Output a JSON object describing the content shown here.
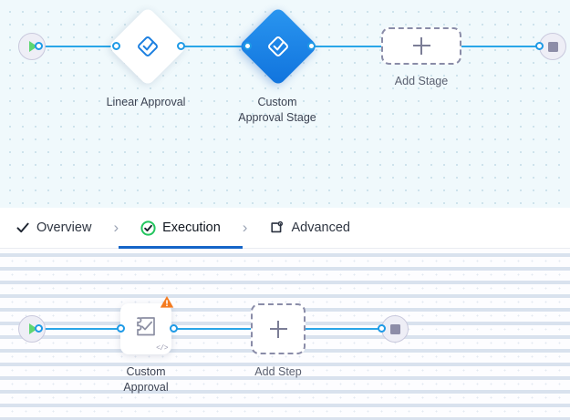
{
  "colors": {
    "edge": "#2aa6e8",
    "port_stroke": "#1e9ae6",
    "stage_active_fill": "#1073dd",
    "stage_inactive_fill": "#ffffff",
    "start_icon": "#5ed672",
    "stop_icon": "#8d8da8",
    "warning": "#f47b20",
    "tab_active_underline": "#1565c8",
    "tab_execution_check": "#22c55e",
    "stage_canvas_bg": "#f0f9fc",
    "step_canvas_bg": "#fdfdff"
  },
  "stage_canvas": {
    "name": "stage-flow-canvas",
    "start_node": {
      "label": "",
      "icon": "play-icon"
    },
    "end_node": {
      "label": "",
      "icon": "stop-icon"
    },
    "stages": [
      {
        "id": "linear-approval",
        "label": "Linear Approval",
        "icon": "approval-diamond-check-icon",
        "selected": false
      },
      {
        "id": "custom-approval-stage",
        "label": "Custom\nApproval Stage",
        "icon": "approval-diamond-check-icon",
        "selected": true
      }
    ],
    "add_stage": {
      "label": "Add Stage",
      "icon": "plus-icon"
    }
  },
  "tabs": {
    "separator": "›",
    "items": [
      {
        "id": "overview",
        "label": "Overview",
        "icon": "check-icon",
        "active": false
      },
      {
        "id": "execution",
        "label": "Execution",
        "icon": "check-circle-icon",
        "active": true
      },
      {
        "id": "advanced",
        "label": "Advanced",
        "icon": "settings-window-icon",
        "active": false
      }
    ]
  },
  "step_canvas": {
    "name": "step-flow-canvas",
    "start_node": {
      "label": "",
      "icon": "play-icon"
    },
    "end_node": {
      "label": "",
      "icon": "stop-icon"
    },
    "steps": [
      {
        "id": "custom-approval",
        "label": "Custom\nApproval",
        "icon": "custom-approval-step-icon",
        "warning": true,
        "warning_icon": "warning-triangle-icon",
        "code_badge": "</>"
      }
    ],
    "add_step": {
      "label": "Add Step",
      "icon": "plus-icon"
    }
  }
}
